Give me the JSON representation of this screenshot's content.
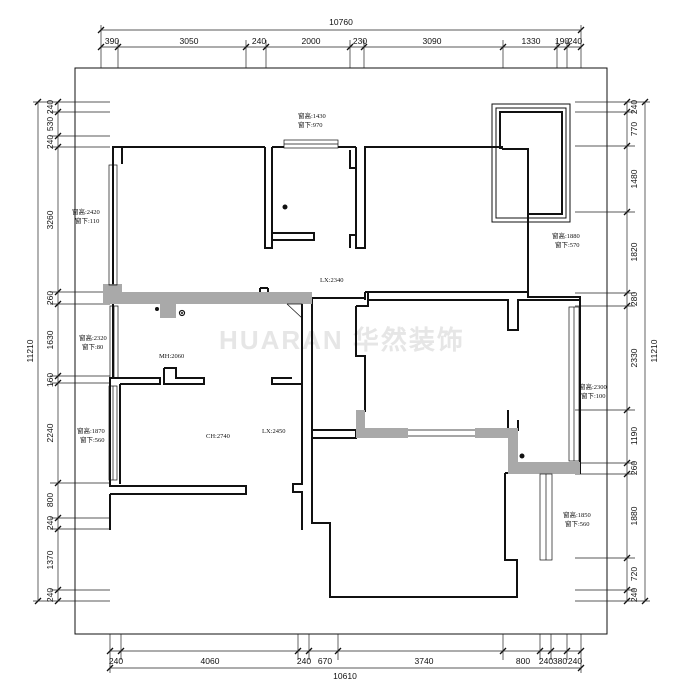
{
  "dims": {
    "top_total": "10760",
    "top": [
      "390",
      "3050",
      "240",
      "2000",
      "230",
      "3090",
      "1330",
      "190",
      "240"
    ],
    "bottom_total": "10610",
    "bottom": [
      "240",
      "4060",
      "240",
      "670",
      "3740",
      "800",
      "240",
      "380",
      "240"
    ],
    "left_total": "11210",
    "left": [
      "240",
      "530",
      "240",
      "3260",
      "260",
      "1630",
      "160",
      "2240",
      "800",
      "240",
      "1370",
      "240"
    ],
    "right_total": "11210",
    "right": [
      "240",
      "770",
      "1480",
      "1820",
      "280",
      "2330",
      "1190",
      "260",
      "1880",
      "720",
      "240"
    ]
  },
  "notes": {
    "top_window_h": "窗高:1430",
    "top_window_s": "窗下:970",
    "left_window1_h": "窗高:2420",
    "left_window1_s": "窗下:110",
    "right_window1_h": "窗高:1880",
    "right_window1_s": "窗下:570",
    "left_window2_h": "窗高:2320",
    "left_window2_s": "窗下:80",
    "left_window3_h": "窗高:1870",
    "left_window3_s": "窗下:560",
    "right_window2_h": "窗高:2300",
    "right_window2_s": "窗下:100",
    "right_window3_h": "窗高:1850",
    "right_window3_s": "窗下:560",
    "lx1": "LX:2340",
    "mh": "MH:2060",
    "ch": "CH:2740",
    "lx2": "LX:2450"
  },
  "watermark": "HUARAN 华然装饰"
}
